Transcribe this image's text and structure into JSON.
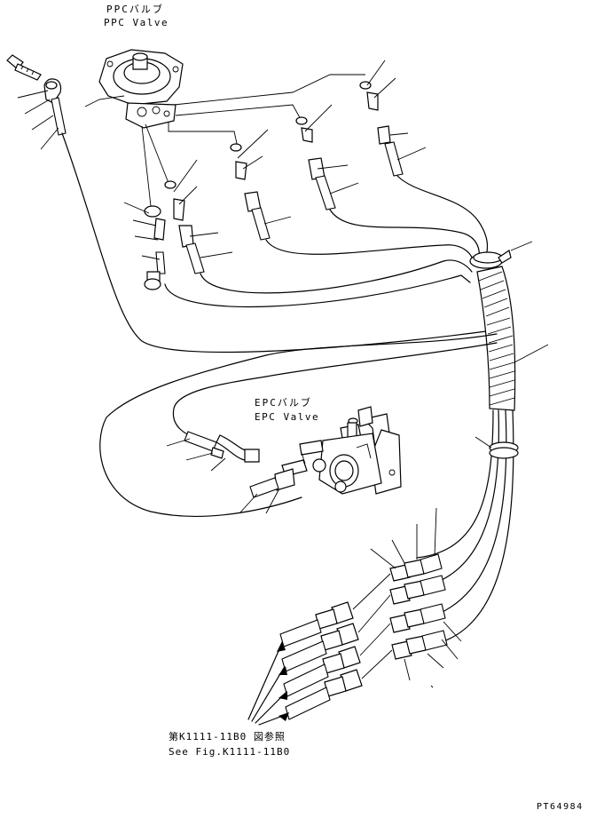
{
  "labels": {
    "ppc_jp": "PPCバルブ",
    "ppc_en": "PPC Valve",
    "epc_jp": "EPCバルブ",
    "epc_en": "EPC Valve",
    "ref_jp": "第K1111-11B0 図参照",
    "ref_en": "See Fig.K1111-11B0",
    "drawing_id": "PT64984"
  }
}
